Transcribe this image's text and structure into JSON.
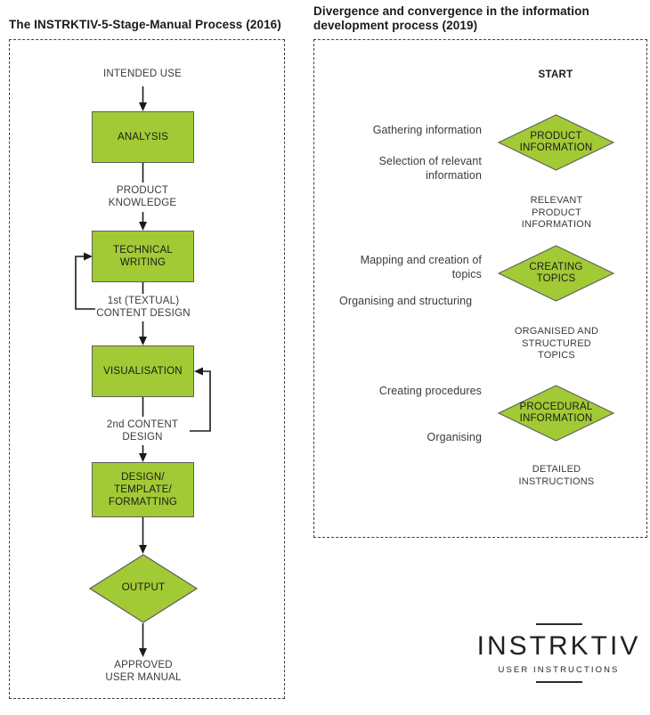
{
  "colors": {
    "accent_green": "#a2ca35",
    "shape_border": "#5e5e5e",
    "frame_dash": "#3f3f3f",
    "text_dark": "#1a1a1a",
    "text_body": "#3a3a3a"
  },
  "left_panel": {
    "title": "The INSTRKTIV-5-Stage-Manual Process (2016)",
    "entry_label": "INTENDED USE",
    "stages": [
      {
        "label": "ANALYSIS"
      },
      {
        "label": "TECHNICAL\nWRITING"
      },
      {
        "label": "VISUALISATION"
      },
      {
        "label": "DESIGN/\nTEMPLATE/\nFORMATTING"
      }
    ],
    "connector_labels": [
      "PRODUCT\nKNOWLEDGE",
      "1st (TEXTUAL)\nCONTENT DESIGN",
      "2nd CONTENT\nDESIGN"
    ],
    "output_diamond": "OUTPUT",
    "exit_label": "APPROVED\nUSER MANUAL"
  },
  "right_panel": {
    "title": "Divergence and convergence in the information\ndevelopment process (2019)",
    "start_label": "START",
    "steps": [
      {
        "diverge_text": "Gathering information",
        "converge_text": "Selection of relevant\ninformation",
        "diamond_label": "PRODUCT\nINFORMATION",
        "output_caption": "RELEVANT\nPRODUCT\nINFORMATION"
      },
      {
        "diverge_text": "Mapping and creation of\ntopics",
        "converge_text": "Organising and structuring",
        "diamond_label": "CREATING\nTOPICS",
        "output_caption": "ORGANISED AND\nSTRUCTURED\nTOPICS"
      },
      {
        "diverge_text": "Creating procedures",
        "converge_text": "Organising",
        "diamond_label": "PROCEDURAL\nINFORMATION",
        "output_caption": "DETAILED\nINSTRUCTIONS"
      }
    ]
  },
  "logo": {
    "wordmark": "INSTRKTIV",
    "tagline": "USER INSTRUCTIONS"
  }
}
